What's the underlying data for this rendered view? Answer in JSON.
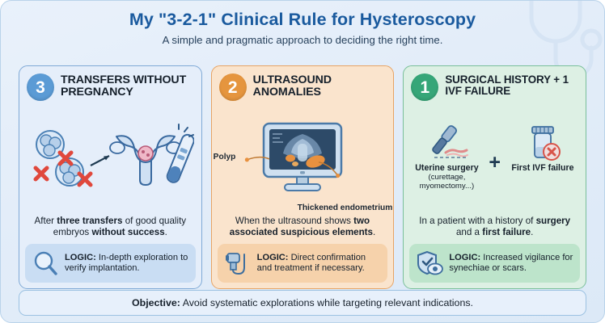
{
  "header": {
    "title": "My \"3-2-1\" Clinical Rule for Hysteroscopy",
    "subtitle": "A simple and pragmatic approach to deciding the right time.",
    "watermark_icon": "stethoscope-icon",
    "title_color": "#1a5a9e"
  },
  "cards": [
    {
      "number": "3",
      "title": "TRANSFERS WITHOUT PREGNANCY",
      "accent_color": "#5b9bd5",
      "background_color": "#e5eefa",
      "illustration_icons": [
        "embryo-icon",
        "red-cross-icon",
        "uterus-icon",
        "pregnancy-test-icon",
        "arrow-icon"
      ],
      "description_html": "After <b>three transfers</b> of good quality embryos <b>without success</b>.",
      "logic_icon": "magnifying-glass-icon",
      "logic_label": "LOGIC:",
      "logic_text": "In-depth exploration to verify implantation.",
      "annotations": []
    },
    {
      "number": "2",
      "title": "ULTRASOUND ANOMALIES",
      "accent_color": "#e5953e",
      "background_color": "#fae4cd",
      "illustration_icons": [
        "ultrasound-monitor-icon",
        "polyp-marker-icon",
        "endometrium-marker-icon"
      ],
      "description_html": "When the ultrasound shows <b>two associated suspicious elements</b>.",
      "logic_icon": "ultrasound-probe-icon",
      "logic_label": "LOGIC:",
      "logic_text": "Direct confirmation and treatment if necessary.",
      "annotations": [
        "Polyp",
        "Thickened endometrium"
      ]
    },
    {
      "number": "1",
      "title": "SURGICAL HISTORY + 1 IVF FAILURE",
      "accent_color": "#36a678",
      "background_color": "#ddf0e4",
      "illustration_icons": [
        "scalpel-icon",
        "plus-icon",
        "specimen-jar-icon",
        "red-cross-icon"
      ],
      "pair_one_caption": "Uterine surgery",
      "pair_one_subcaption": "(curettage, myomectomy...)",
      "pair_plus": "+",
      "pair_two_caption": "First IVF failure",
      "pair_two_subcaption": "",
      "description_html": "In a patient with a history of <b>surgery</b> and a <b>first failure</b>.",
      "logic_icon": "shield-check-eye-icon",
      "logic_label": "LOGIC:",
      "logic_text": "Increased vigilance for synechiae or scars.",
      "annotations": []
    }
  ],
  "footer": {
    "label": "Objective:",
    "text": "Avoid systematic explorations while targeting relevant indications."
  }
}
